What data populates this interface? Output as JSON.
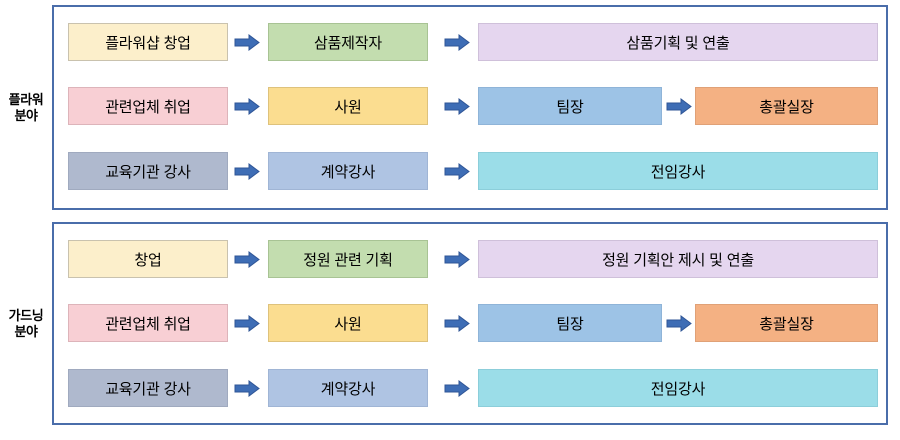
{
  "diagram": {
    "title": "Flower / Gardening Career Pathway Diagram",
    "arrow_icon": "right-block-arrow-icon",
    "colors": {
      "frame_border": "#4A6DAA",
      "arrow_fill": "#3E6DB5",
      "arrow_stroke": "#2F5596",
      "cream": "#FCEFCB",
      "green": "#C3DDAF",
      "lavender": "#E5D6EF",
      "pink": "#F8CFD4",
      "yellow": "#FBDD90",
      "blue": "#9DC3E6",
      "orange": "#F4B183",
      "gray": "#AFB9CE",
      "light_blue": "#AFC4E3",
      "cyan": "#9BDDE8"
    },
    "sections": [
      {
        "id": "flower",
        "label_line1": "플라워",
        "label_line2": "분야",
        "rows": [
          {
            "id": "flower-row-startup",
            "nodes": [
              {
                "label": "플라워샵 창업",
                "color": "cream"
              },
              {
                "label": "삼품제작자",
                "color": "green"
              },
              {
                "label": "삼품기획 및 연출",
                "color": "lavender"
              }
            ]
          },
          {
            "id": "flower-row-employment",
            "nodes": [
              {
                "label": "관련업체 취업",
                "color": "pink"
              },
              {
                "label": "사원",
                "color": "yellow"
              },
              {
                "label": "팀장",
                "color": "blue"
              },
              {
                "label": "총괄실장",
                "color": "orange"
              }
            ]
          },
          {
            "id": "flower-row-instructor",
            "nodes": [
              {
                "label": "교육기관 강사",
                "color": "gray"
              },
              {
                "label": "계약강사",
                "color": "light_blue"
              },
              {
                "label": "전임강사",
                "color": "cyan"
              }
            ]
          }
        ]
      },
      {
        "id": "garden",
        "label_line1": "가드닝",
        "label_line2": "분야",
        "rows": [
          {
            "id": "garden-row-startup",
            "nodes": [
              {
                "label": "창업",
                "color": "cream"
              },
              {
                "label": "정원 관련 기획",
                "color": "green"
              },
              {
                "label": "정원 기획안 제시 및 연출",
                "color": "lavender"
              }
            ]
          },
          {
            "id": "garden-row-employment",
            "nodes": [
              {
                "label": "관련업체 취업",
                "color": "pink"
              },
              {
                "label": "사원",
                "color": "yellow"
              },
              {
                "label": "팀장",
                "color": "blue"
              },
              {
                "label": "총괄실장",
                "color": "orange"
              }
            ]
          },
          {
            "id": "garden-row-instructor",
            "nodes": [
              {
                "label": "교육기관 강사",
                "color": "gray"
              },
              {
                "label": "계약강사",
                "color": "light_blue"
              },
              {
                "label": "전임강사",
                "color": "cyan"
              }
            ]
          }
        ]
      }
    ]
  }
}
